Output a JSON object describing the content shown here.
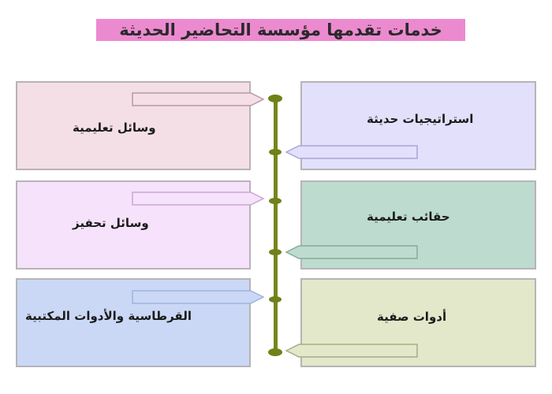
{
  "title": "خدمات تقدمها مؤسسة التحاضير الحديثة",
  "colors": {
    "title_bg": "#ec8ad0",
    "spine": "#76861a"
  },
  "left_items": [
    {
      "label": "وسائل تعليمية",
      "color": "#f5dfe6"
    },
    {
      "label": "وسائل تحفيز",
      "color": "#f6e2fa"
    },
    {
      "label": "القرطاسية والأدوات المكتبية",
      "color": "#cad8f6"
    }
  ],
  "right_items": [
    {
      "label": "استراتيجيات حديثة",
      "color": "#e2e0fa"
    },
    {
      "label": "حقائب تعليمية",
      "color": "#bedbcf"
    },
    {
      "label": "أدوات صفية",
      "color": "#e2e8c9"
    }
  ]
}
